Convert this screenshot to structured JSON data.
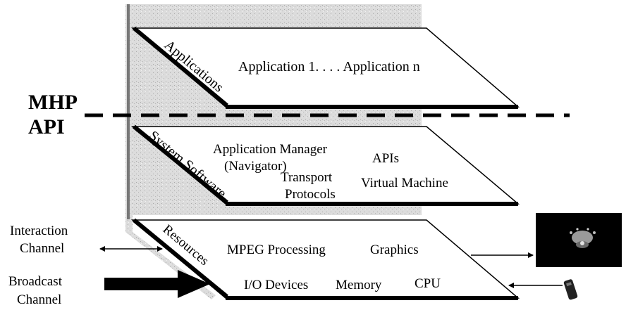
{
  "api_label": {
    "line1": "MHP",
    "line2": "API"
  },
  "layers": {
    "applications": {
      "side_label": "Applications",
      "content": "Application 1. . . . Application n"
    },
    "system_software": {
      "side_label": "System Software",
      "items": {
        "app_manager_line1": "Application Manager",
        "app_manager_line2": "(Navigator)",
        "apis": "APIs",
        "transport_line1": "Transport",
        "transport_line2": "Protocols",
        "virtual_machine": "Virtual Machine"
      }
    },
    "resources": {
      "side_label": "Resources",
      "items": {
        "mpeg": "MPEG Processing",
        "graphics": "Graphics",
        "io_devices": "I/O Devices",
        "memory": "Memory",
        "cpu": "CPU"
      }
    }
  },
  "channels": {
    "interaction_line1": "Interaction",
    "interaction_line2": "Channel",
    "broadcast_line1": "Broadcast",
    "broadcast_line2": "Channel"
  },
  "colors": {
    "stack_shading": "#d9d9d9",
    "layer_fill": "#ffffff",
    "ink": "#000000",
    "tv_screen": "#000000"
  },
  "icons": {
    "tv": "tv-screen-icon",
    "remote": "remote-control-icon"
  }
}
